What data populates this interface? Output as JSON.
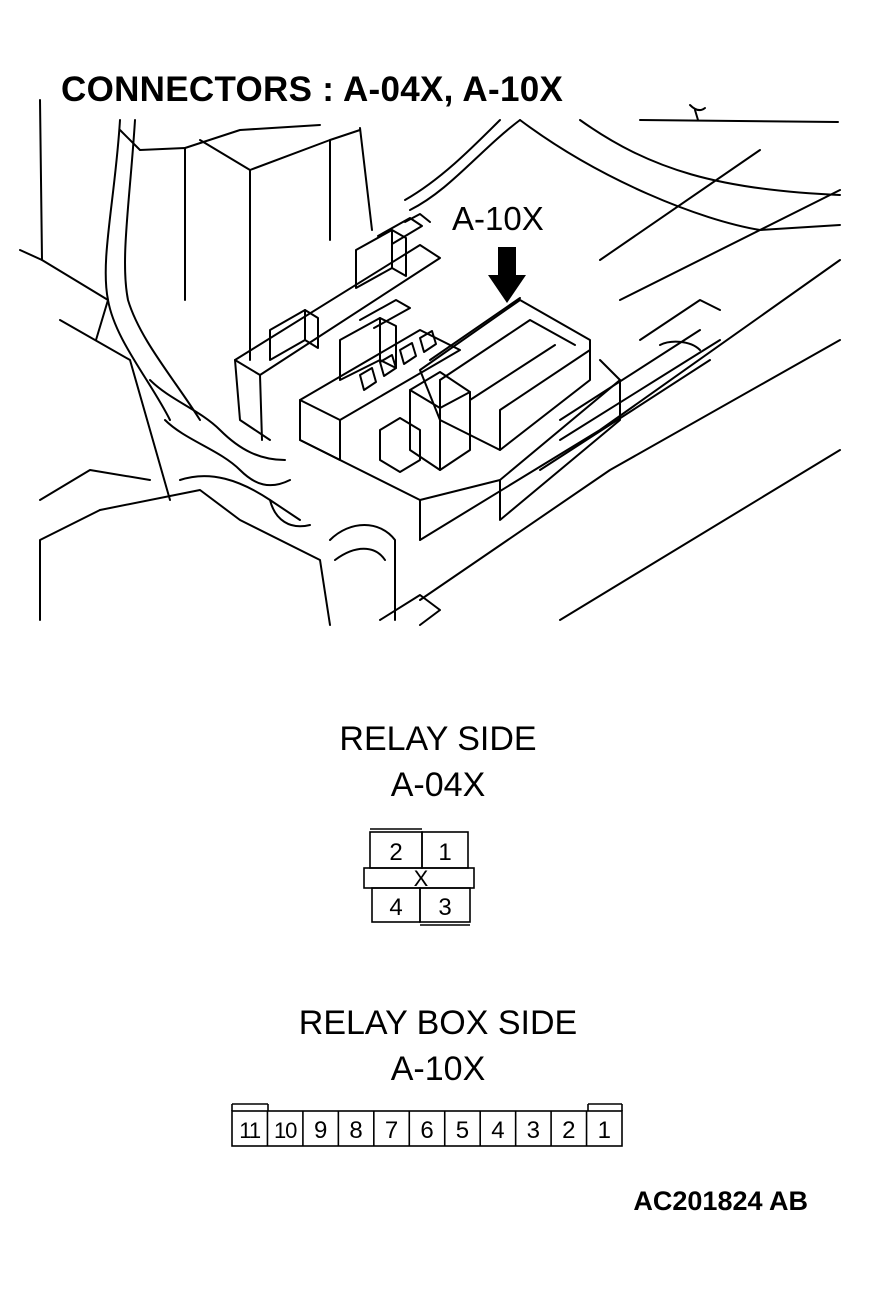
{
  "header": {
    "title": "CONNECTORS : A-04X, A-10X"
  },
  "illustration": {
    "callout_label": "A-10X"
  },
  "relay_side": {
    "heading": "RELAY SIDE",
    "connector_id": "A-04X",
    "top_pins": [
      "2",
      "1"
    ],
    "center_mark": "X",
    "bottom_pins": [
      "4",
      "3"
    ]
  },
  "relay_box_side": {
    "heading": "RELAY BOX SIDE",
    "connector_id": "A-10X",
    "pins": [
      "11",
      "10",
      "9",
      "8",
      "7",
      "6",
      "5",
      "4",
      "3",
      "2",
      "1"
    ]
  },
  "footer": {
    "figure_code": "AC201824 AB"
  }
}
